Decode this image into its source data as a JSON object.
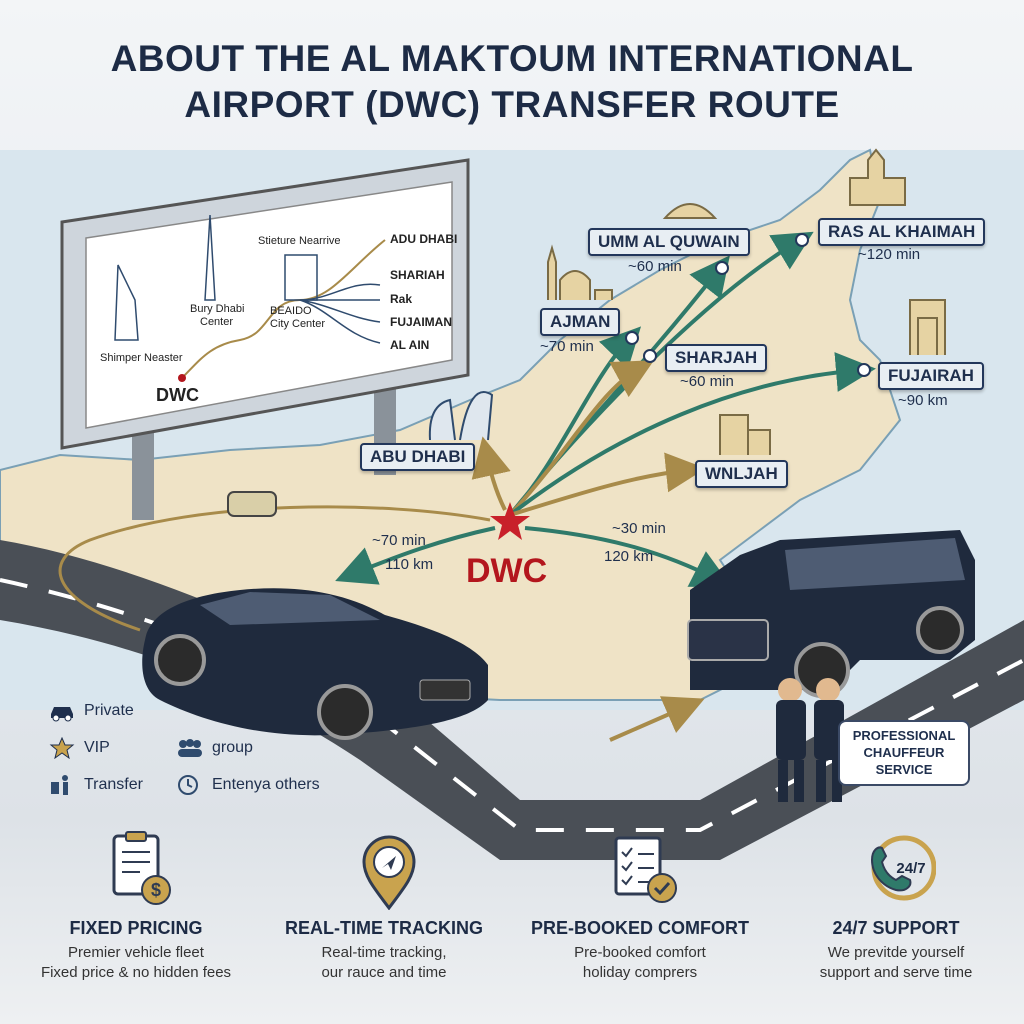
{
  "title": {
    "line1": "ABOUT THE AL MAKTOUM INTERNATIONAL",
    "line2": "AIRPORT (DWC) TRANSFER ROUTE"
  },
  "billboard": {
    "dwc": "DWC",
    "landmark_left": "Shimper Neaster",
    "landmark_mid_line1": "Bury Dhabi",
    "landmark_mid_line2": "Center",
    "landmark_top": "Stieture Nearrive",
    "landmark_city_line1": "BEAIDO",
    "landmark_city_line2": "City Center",
    "routes": [
      "ADU DHABI",
      "SHARIAH",
      "Rak",
      "FUJAIMAN",
      "AL AIN"
    ]
  },
  "map": {
    "center": "DWC",
    "destinations": [
      {
        "name": "UMM AL QUWAIN",
        "time": "~60 min"
      },
      {
        "name": "RAS AL KHAIMAH",
        "time": "~120 min"
      },
      {
        "name": "AJMAN",
        "time": "~70 min"
      },
      {
        "name": "SHARJAH",
        "time": "~60 min"
      },
      {
        "name": "FUJAIRAH",
        "time": "~90 km"
      },
      {
        "name": "ABU DHABI",
        "time": ""
      },
      {
        "name": "WNLJAH",
        "time": ""
      }
    ],
    "left_route": {
      "time": "~70 min",
      "distance": "110 km"
    },
    "right_route": {
      "time": "~30 min",
      "distance": "120 km"
    }
  },
  "legend": {
    "private": "Private",
    "vip": "VIP",
    "group": "group",
    "transfer": "Transfer",
    "others": "Entenya others"
  },
  "chauffeur_bubble": {
    "line1": "PROFESSIONAL",
    "line2": "CHAUFFEUR",
    "line3": "SERVICE"
  },
  "features": [
    {
      "icon": "clipboard-dollar-icon",
      "title": "FIXED PRICING",
      "line1": "Premier vehicle fleet",
      "line2": "Fixed price & no hidden fees"
    },
    {
      "icon": "location-pin-icon",
      "title": "REAL-TIME TRACKING",
      "line1": "Real-time tracking,",
      "line2": "our rauce and time"
    },
    {
      "icon": "checklist-icon",
      "title": "PRE-BOOKED COMFORT",
      "line1": "Pre-booked comfort",
      "line2": "holiday comprers"
    },
    {
      "icon": "phone-24-7-icon",
      "title": "24/7 SUPPORT",
      "line1": "We previtde yourself",
      "line2": "support and serve time"
    }
  ],
  "support_badge": "24/7",
  "colors": {
    "navy": "#1d2b45",
    "route_green": "#2f7a6a",
    "route_gold": "#a88b4a",
    "dwc_red": "#b3161d",
    "desert": "#efe3c6"
  }
}
